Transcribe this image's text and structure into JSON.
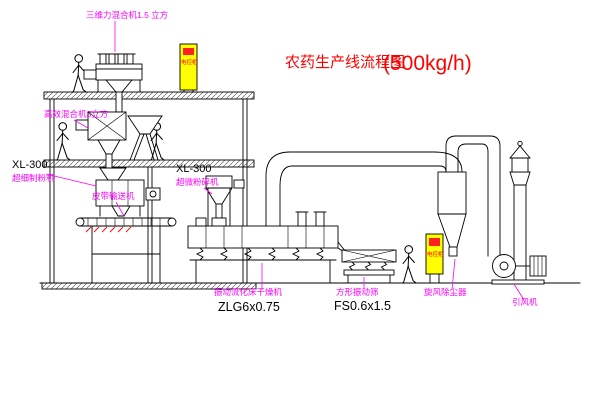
{
  "title": {
    "name": "农药生产线流程图",
    "capacity": "(500kg/h)"
  },
  "equipment_labels": {
    "mixer_3d": "三维力混合机1.5 立方",
    "mixer_high_efficiency": "高效混合机3立方",
    "mill_left_model": "XL-300",
    "mill_left_name": "超细制粉机",
    "mill_center_model": "XL-300",
    "mill_center_name": "超微粉碎机",
    "belt_conveyor": "皮带输送机",
    "dryer_name": "振动流化床干燥机",
    "dryer_model": "ZLG6x0.75",
    "sieve_name": "方形振动筛",
    "sieve_model": "FS0.6x1.5",
    "cyclone": "旋风除尘器",
    "fan": "引风机"
  },
  "panels": {
    "top_panel_text": "电控柜",
    "right_panel_text": "电控柜"
  },
  "colors": {
    "label_magenta": "#ff00ff",
    "title_red": "#ff0000",
    "panel_yellow": "#ffff00",
    "line_black": "#000000",
    "hatch_red": "#ff0000"
  }
}
